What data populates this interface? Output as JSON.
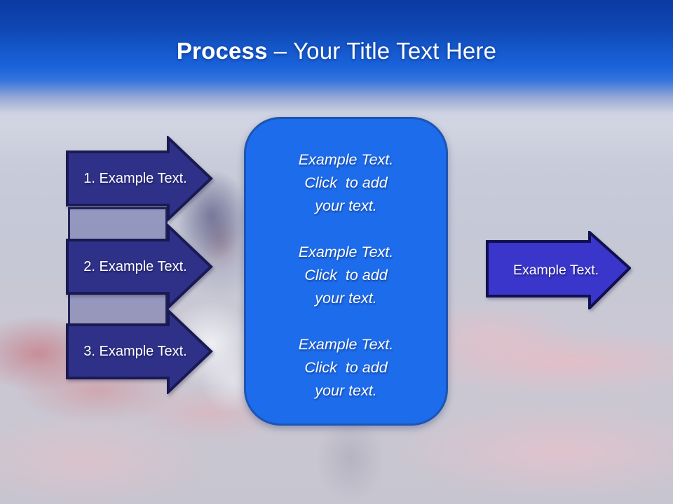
{
  "colors": {
    "header_top": "#0b3aa3",
    "header_mid": "#1a63dc",
    "arrow_fill": "#2f3189",
    "arrow_border": "#1a1a52",
    "connector_fill": "rgba(47,49,137,0.32)",
    "connector_border": "#23235e",
    "right_arrow_fill": "#3a35cb",
    "right_arrow_border": "#10104e",
    "box_fill": "#1d6ceb",
    "box_border": "#1c55b4",
    "title_text": "#ffffff",
    "shape_text": "#ffffff"
  },
  "title": {
    "bold": "Process",
    "regular": "– Your Title Text Here"
  },
  "left_arrows": [
    {
      "label": "1. Example Text."
    },
    {
      "label": "2. Example Text."
    },
    {
      "label": "3. Example Text."
    }
  ],
  "center_box": {
    "blocks": [
      {
        "lines": [
          "Example Text.",
          "Click  to add",
          "your text."
        ]
      },
      {
        "lines": [
          "Example Text.",
          "Click  to add",
          "your text."
        ]
      },
      {
        "lines": [
          "Example Text.",
          "Click  to add",
          "your text."
        ]
      }
    ]
  },
  "right_arrow": {
    "label": "Example Text."
  }
}
